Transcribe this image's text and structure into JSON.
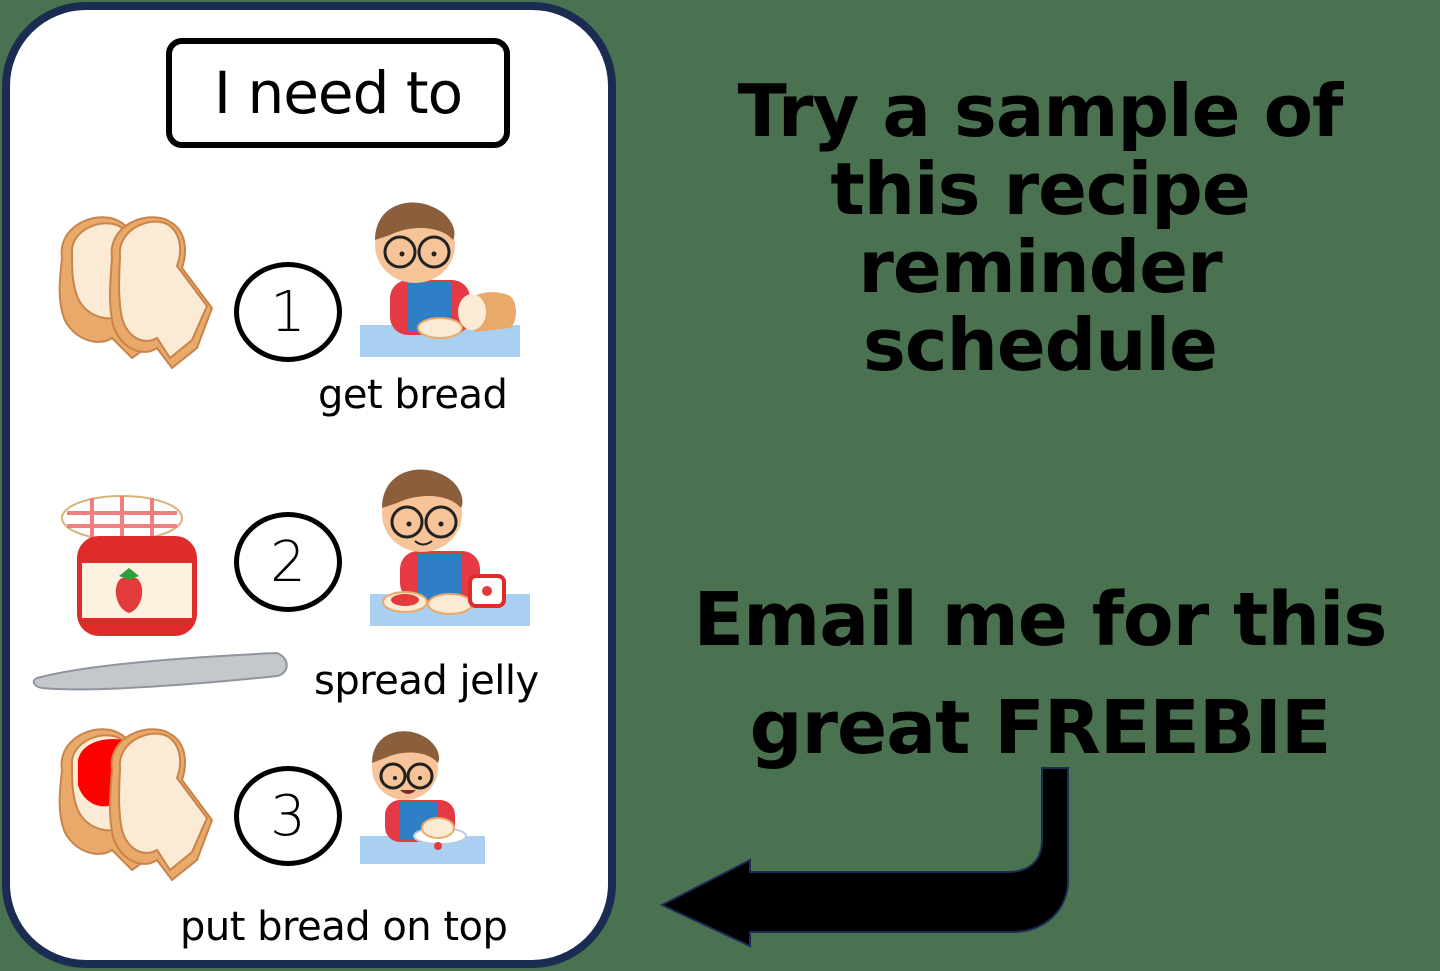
{
  "schedule_card": {
    "title": "I need to",
    "steps": [
      {
        "number": "1",
        "label": "get bread",
        "left_image": "bread-slices",
        "right_image": "boy-getting-bread"
      },
      {
        "number": "2",
        "label": "spread jelly",
        "left_image": "strawberry-jam-jar-and-knife",
        "right_image": "boy-spreading-jelly"
      },
      {
        "number": "3",
        "label": "put bread on top",
        "left_image": "bread-with-jelly",
        "right_image": "boy-eating-sandwich"
      }
    ],
    "border_color": "#1b2c52",
    "background_color": "#ffffff"
  },
  "promo": {
    "headline_lines": [
      "Try a sample of",
      "this recipe",
      "reminder",
      "schedule"
    ],
    "cta_lines": [
      "Email me for this",
      "great FREEBIE"
    ],
    "arrow_icon": "left-arrow-curved"
  },
  "page": {
    "background_color": "#4a7150"
  }
}
